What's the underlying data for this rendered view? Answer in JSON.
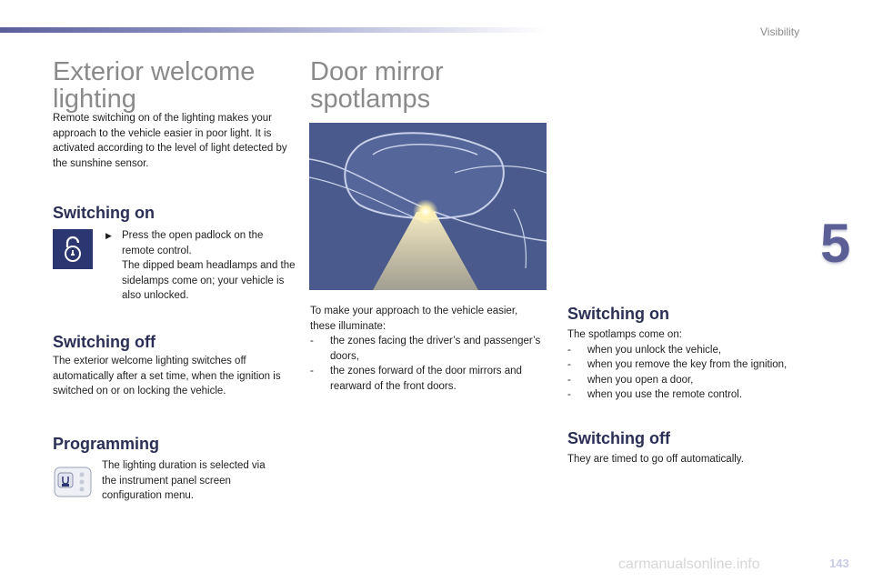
{
  "header": {
    "section": "Visibility",
    "chapter": "5",
    "page_number": "143"
  },
  "left": {
    "title": "Exterior welcome lighting",
    "intro": "Remote switching on of the lighting makes your approach to the vehicle easier in poor light. It is activated according to the level of light detected by the sunshine sensor.",
    "switching_on": {
      "heading": "Switching on",
      "icon": "padlock-open-icon",
      "step": "Press the open padlock on the remote control.",
      "result": "The dipped beam headlamps and the sidelamps come on; your vehicle is also unlocked."
    },
    "switching_off": {
      "heading": "Switching off",
      "text": "The exterior welcome lighting switches off automatically after a set time, when the ignition is switched on or on locking the vehicle."
    },
    "programming": {
      "heading": "Programming",
      "icon": "instrument-panel-icon",
      "text": "The lighting duration is selected via the instrument panel screen configuration menu."
    }
  },
  "right": {
    "title": "Door mirror spotlamps",
    "image": "door-mirror-spotlamp-illustration",
    "intro": "To make your approach to the vehicle easier, these illuminate:",
    "items": [
      "the zones facing the driver’s and passenger’s doors,",
      "the zones forward of the door mirrors and rearward of the front doors."
    ],
    "switching_on": {
      "heading": "Switching on",
      "intro": "The spotlamps come on:",
      "items": [
        "when you unlock the vehicle,",
        "when you remove the key from the ignition,",
        "when you open a door,",
        "when you use the remote control."
      ]
    },
    "switching_off": {
      "heading": "Switching off",
      "text": "They are timed to go off automatically."
    }
  },
  "watermark": "carmanualsonline.info",
  "colors": {
    "accent": "#2c3670",
    "title_grey": "#8a8a8a",
    "image_bg": "#4a5a8c"
  }
}
